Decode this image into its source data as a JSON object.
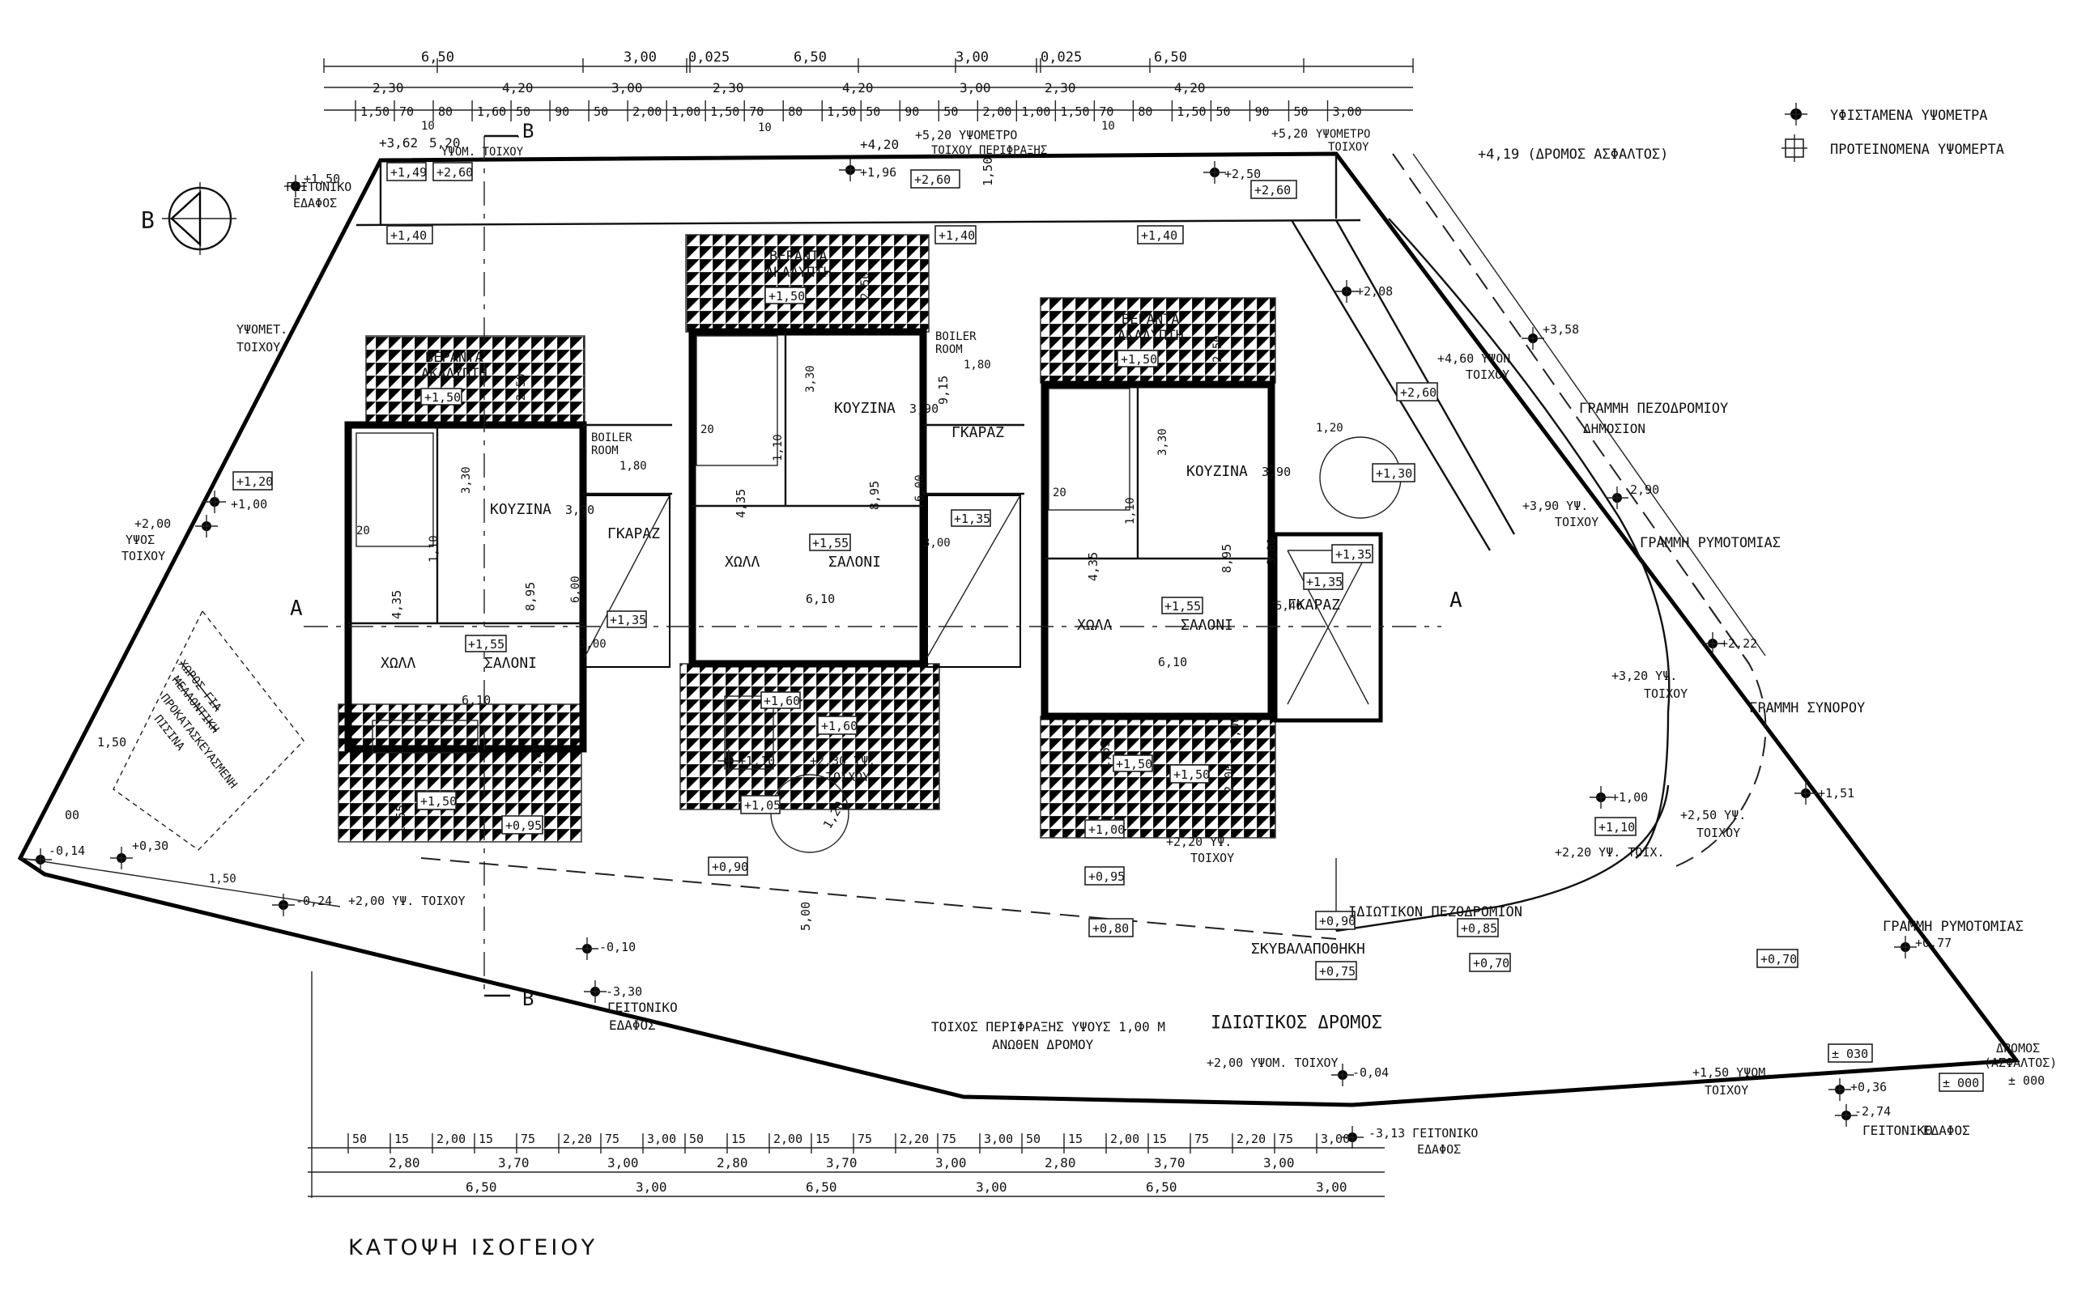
{
  "title": "ΚΑΤΟΨΗ ΙΣΟΓΕΙΟΥ",
  "legend": {
    "existing": "ΥΦΙΣΤΑΜΕΝΑ ΥΨΟΜΕΤΡΑ",
    "proposed": "ΠΡΟΤΕΙΝΟΜΕΝΑ ΥΨΟΜΕΡΤΑ"
  },
  "north_label": "Β",
  "top_dims": {
    "row1": [
      "6,50",
      "3,00",
      "0,025",
      "6,50",
      "3,00",
      "0,025",
      "6,50"
    ],
    "row2": [
      "2,30",
      "4,20",
      "3,00",
      "2,30",
      "4,20",
      "3,00",
      "2,30",
      "4,20"
    ],
    "row3": [
      "1,50",
      "70",
      "80",
      "1,60",
      "50",
      "90",
      "50",
      "2,00",
      "1,00",
      "1,50",
      "70",
      "80",
      "1,50",
      "50",
      "90",
      "50",
      "2,00",
      "1,00",
      "1,50",
      "70",
      "80",
      "1,50",
      "50",
      "90",
      "50",
      "3,00"
    ],
    "tens": [
      "10",
      "10",
      "10"
    ],
    "notes": [
      "+3,62",
      "5,20",
      "ΥΨΟΜ. ΤΟΙΧΟΥ",
      "+4,20",
      "+5,20 ΥΨΟΜΕΤΡΟ",
      "ΤΟΙΧΟΥ ΠΕΡΙΦΡΑΞΗΣ",
      "+5,20",
      "ΥΨΟΜΕΤΡΟ",
      "ΤΟΙΧΟΥ"
    ]
  },
  "bottom_dims": {
    "row1": [
      "50",
      "15",
      "2,00",
      "15",
      "75",
      "2,20",
      "75",
      "3,00",
      "50",
      "15",
      "2,00",
      "15",
      "75",
      "2,20",
      "75",
      "3,00",
      "50",
      "15",
      "2,00",
      "15",
      "75",
      "2,20",
      "75",
      "3,00"
    ],
    "row2": [
      "2,80",
      "3,70",
      "3,00",
      "2,80",
      "3,70",
      "3,00",
      "2,80",
      "3,70",
      "3,00"
    ],
    "row3": [
      "6,50",
      "3,00",
      "6,50",
      "3,00",
      "6,50",
      "3,00"
    ]
  },
  "units": [
    {
      "veranda1": "ΒΕΡΑΝΤΑ",
      "veranda2": "ΑΚΑΛΥΠΤΗ",
      "veranda_level": "+1,50",
      "kitchen": "ΚΟΥΖΙΝΑ",
      "hall": "ΧΩΛΛ",
      "living": "ΣΑΛΟΝΙ",
      "living_level": "+1,55",
      "boiler1": "BOILER",
      "boiler2": "ROOM",
      "garage": "ΓΚΑΡΑΖ",
      "garage_level": "+1,35",
      "entry_level": "+1,50",
      "d1": "3,30",
      "d2": "3,90",
      "d3": "8,95",
      "d4": "6,10",
      "d5": "4,35",
      "d6": "2,50",
      "d7": "1,10",
      "d8": "20",
      "d9": "6,00",
      "d10": "3,00",
      "d11": "1,80"
    },
    {
      "veranda1": "ΒΕΡΑΝΤΑ",
      "veranda2": "ΑΚΑΛΥΠΤΗ",
      "veranda_level": "+1,50",
      "kitchen": "ΚΟΥΖΙΝΑ",
      "hall": "ΧΩΛΛ",
      "living": "ΣΑΛΟΝΙ",
      "living_level": "+1,55",
      "boiler1": "BOILER",
      "boiler2": "ROOM",
      "garage": "ΓΚΑΡΑΖ",
      "garage_level": "+1,35",
      "entry_level": "+1,60",
      "d1": "3,30",
      "d2": "3,90",
      "d3": "8,95",
      "d4": "6,10",
      "d5": "4,35",
      "d6": "2,50",
      "d7": "1,10",
      "d8": "20",
      "d9": "6,00",
      "d10": "3,00",
      "d11": "1,80"
    },
    {
      "veranda1": "ΒΕΡΑΝΤΑ",
      "veranda2": "ΑΚΑΛΥΠΤΗ",
      "veranda_level": "+1,50",
      "kitchen": "ΚΟΥΖΙΝΑ",
      "hall": "ΧΩΛΛ",
      "living": "ΣΑΛΟΝΙ",
      "living_level": "+1,55",
      "boiler1": "",
      "boiler2": "",
      "garage": "ΓΚΑΡΑΖ",
      "garage_level": "+1,35",
      "entry_level": "+1,50",
      "d1": "3,30",
      "d2": "3,90",
      "d3": "8,95",
      "d4": "6,10",
      "d5": "4,35",
      "d6": "2,50",
      "d7": "1,10",
      "d8": "20",
      "d9": "3,00",
      "d10": "5,40",
      "d11": "1,20"
    }
  ],
  "labels": {
    "road_asphalt": "+4,19 (ΔΡΟΜΟΣ ΑΣΦΑΛΤΟΣ)",
    "sidewalk_public_1": "ΓΡΑΜΜΗ ΠΕΖΟΔΡΟΜΙΟΥ",
    "sidewalk_public_2": "ΔΗΜΟΣΙΟΝ",
    "building_line": "ΓΡΑΜΜΗ ΡΥΜΟΤΟΜΙΑΣ",
    "building_line_2": "ΓΡΑΜΜΗ ΡΥΜΟΤΟΜΙΑΣ",
    "boundary_line": "ΓΡΑΜΜΗ ΣΥΝΟΡΟΥ",
    "private_sidewalk": "ΙΔΙΩΤΙΚΟΝ ΠΕΖΟΔΡΟΜΙΟΝ",
    "trash": "ΣΚΥΒΑΛΑΠΟΘΗΚΗ",
    "private_road": "ΙΔΙΩΤΙΚΟΣ  ΔΡΟΜΟΣ",
    "fence_1": "ΤΟΙΧΟΣ ΠΕΡΙΦΡΑΞΗΣ ΥΨΟΥΣ 1,00 Μ",
    "fence_2": "ΑΝΩΘΕΝ ΔΡΟΜΟΥ",
    "neighbour_1": "ΓΕΙΤΟΝΙΚΟ",
    "neighbour_2": "ΕΔΑΦΟΣ",
    "wall_h_1": "ΥΨΟΣ",
    "wall_h_2": "ΤΟΙΧΟΥ",
    "wall_left_1": "ΥΨΟΜΕΤ.",
    "wall_left_2": "ΤΟΙΧΟΥ",
    "tank_1": "ΧΩΡΟΣ ΓΙΑ",
    "tank_2": "ΜΕΛΛΟΝΤΙΚΗ",
    "tank_3": "ΠΡΟΚΑΤΑΣΚΕΥΑΣΜΕΝΗ",
    "tank_4": "ΠΙΣΙΝΑ",
    "road_level_1": "ΔΡΟΜΟΣ",
    "road_level_2": "(ΑΣΦΑΛΤΟΣ)",
    "road_level_3": "± 000",
    "section_a": "Α",
    "section_b": "Β"
  },
  "levels": {
    "l_150": "+1,50",
    "l_149": "+1,49",
    "l_260a": "+2,60",
    "l_140a": "+1,40",
    "l_140b": "+1,40",
    "l_140c": "+1,40",
    "l_196": "+1,96",
    "l_260b": "+2,60",
    "l_250": "+2,50",
    "l_260c": "+2,60",
    "l_260d": "+2,60",
    "l_208": "+2,08",
    "l_358": "+3,58",
    "l_460": "+4,60 ΥΨΟΝ",
    "l_460b": "ΤΟΙΧΟΥ",
    "l_260e": "+2,60",
    "l_120": "+1,20",
    "l_100": "+1,00",
    "l_200w": "+2,00",
    "l_130": "+1,30",
    "l_390": "+3,90 ΥΨ.",
    "l_390b": "ΤΟΙΧΟΥ",
    "l_290": "2,90",
    "l_222": "+2,22",
    "l_320": "+3,20 ΥΨ.",
    "l_320b": "ΤΟΙΧΟΥ",
    "l_135g": "+1,35",
    "l_160": "+1,60",
    "l_110": "+1,10",
    "l_230": "+2,30 ΥΨ.",
    "l_230b": "ΤΟΙΧΟΥ",
    "l_105": "+1,05",
    "l_100b": "+1,00",
    "l_220": "+2,20 ΥΨ.",
    "l_220b": "ΤΟΙΧΟΥ",
    "l_150c": "+1,50",
    "l_095": "+0,95",
    "l_095b": "+0,95",
    "l_090": "+0,90",
    "l_090b": "+0,90",
    "l_080": "+0,80",
    "l_085": "+0,85",
    "l_075": "+0,75",
    "l_070": "+0,70",
    "l_070b": "+0,70",
    "l_100c": "+1,00",
    "l_110b": "+1,10",
    "l_220c": "+2,20 ΥΨ. ΤΟΙΧ.",
    "l_250b": "+2,50 ΥΨ.",
    "l_250c": "ΤΟΙΧΟΥ",
    "l_151": "+1,51",
    "l_077": "+0,77",
    "l_030": "± 030",
    "l_000": "± 000",
    "l_036": "+0,36",
    "l_274": "-2,74",
    "l_004": "-0,04",
    "l_313": "-3,13 ΓΕΙΤΟΝΙΚΟ",
    "l_313b": "ΕΔΑΦΟΣ",
    "l_150d": "+1,50 ΥΨΟΜ.",
    "l_150e": "ΤΟΙΧΟΥ",
    "l_200d": "+2,00 ΥΨΟΜ. ΤΟΙΧΟΥ",
    "l_010": "-0,10",
    "l_330": "-3,30",
    "l_024": "-0,24",
    "l_200v": "+2,00 ΥΨ. ΤΟΙΧΟΥ",
    "l_014": "-0,14",
    "l_030b": "+0,30",
    "l_000b": "00",
    "l_150v": "1,50",
    "l_150w": "1,50",
    "l_500": "5,00",
    "l_120v": "1,20",
    "l_915": "9,15",
    "l_150x": "1,50",
    "l_200x": "2,00",
    "l_155": "1,55",
    "l_200y": "2,00",
    "l_100v": "1,00",
    "l_155b": "1,55"
  }
}
